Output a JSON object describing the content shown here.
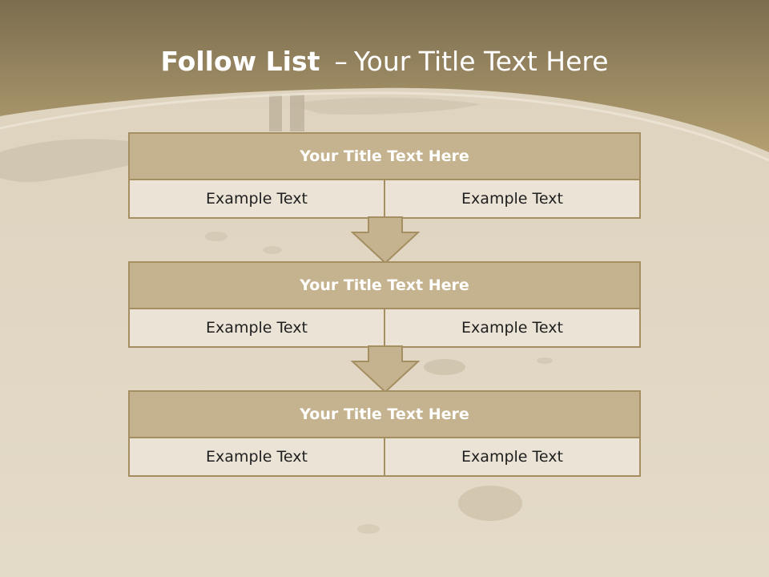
{
  "slide": {
    "title_bold": "Follow List",
    "title_dash": "–",
    "title_rest": "Your Title Text Here"
  },
  "steps": [
    {
      "title": "Your Title Text Here",
      "left": "Example Text",
      "right": "Example Text"
    },
    {
      "title": "Your Title Text Here",
      "left": "Example Text",
      "right": "Example Text"
    },
    {
      "title": "Your Title Text Here",
      "left": "Example Text",
      "right": "Example Text"
    }
  ],
  "colors": {
    "header_band": "#a28f63",
    "block_header": "#c5b38f",
    "block_border": "#a48e62",
    "cell_fill": "#ebe3d6",
    "sand": "#e2d8c5"
  },
  "background_icon": "sand-beach-footprints"
}
